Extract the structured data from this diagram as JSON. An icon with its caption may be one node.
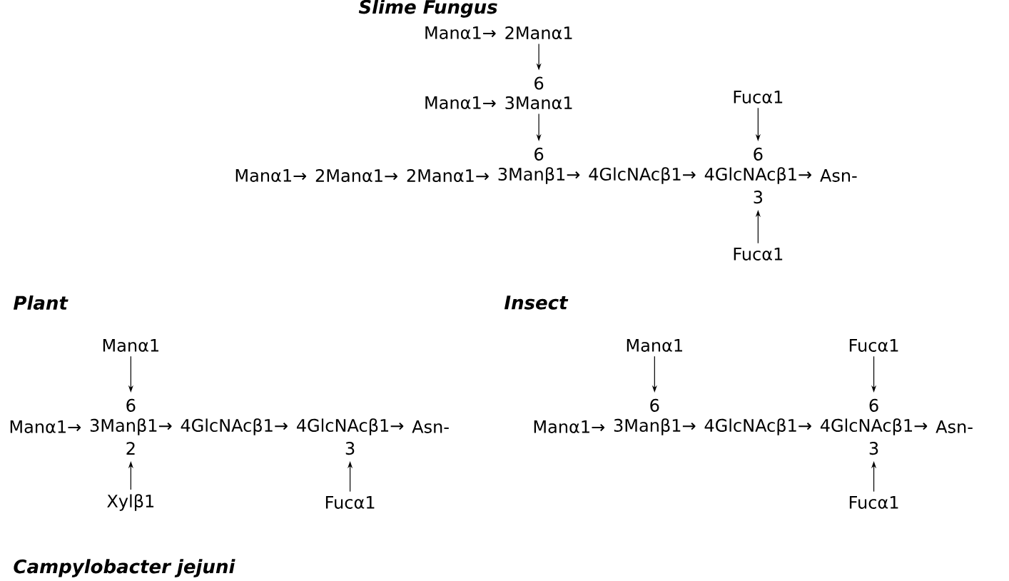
{
  "diagram": {
    "nodes": [
      {
        "text": [
          "Manα1→"
        ]
      },
      {
        "text": [
          "2Manα1"
        ]
      },
      {
        "text": [
          "Manα1→"
        ]
      },
      {
        "text": [
          "3Manα1"
        ]
      },
      {
        "text": [
          "Fucα1"
        ]
      },
      {
        "text": [
          "Manα1→"
        ]
      },
      {
        "text": [
          "2Manα1→"
        ]
      },
      {
        "text": [
          "2Manα1→"
        ]
      },
      {
        "text": [
          "3Manβ1→"
        ]
      },
      {
        "text": [
          "4GlcNAcβ1→"
        ]
      },
      {
        "text": [
          "4GlcNAcβ1→"
        ]
      },
      {
        "text": [
          "Asn-"
        ]
      },
      {
        "text": [
          "Fucα1"
        ]
      },
      {
        "text": [
          "Manα1"
        ]
      },
      {
        "text": [
          "Manα1→"
        ]
      },
      {
        "text": [
          "3Manβ1→"
        ]
      },
      {
        "text": [
          "4GlcNAcβ1→"
        ]
      },
      {
        "text": [
          "4GlcNAcβ1→"
        ]
      },
      {
        "text": [
          "Asn-"
        ]
      },
      {
        "text": [
          "Xylβ1"
        ]
      },
      {
        "text": [
          "Fucα1"
        ]
      },
      {
        "text": [
          "Manα1"
        ]
      },
      {
        "text": [
          "Fucα1"
        ]
      },
      {
        "text": [
          "Manα1→"
        ]
      },
      {
        "text": [
          "3Manβ1→"
        ]
      },
      {
        "text": [
          "4GlcNAcβ1→"
        ]
      },
      {
        "text": [
          "4GlcNAcβ1→"
        ]
      },
      {
        "text": [
          "Asn-"
        ]
      },
      {
        "text": [
          "Fucα1"
        ]
      }
    ],
    "edges": [
      {
        "from": 1,
        "to": 3,
        "arrow": "to",
        "label": "6"
      },
      {
        "from": 3,
        "to": 8,
        "arrow": "to",
        "label": "6"
      },
      {
        "from": 4,
        "to": 10,
        "arrow": "to",
        "label": "6"
      },
      {
        "from": 12,
        "to": 10,
        "arrow": "to",
        "label": "3"
      },
      {
        "from": 13,
        "to": 15,
        "arrow": "to",
        "label": "6"
      },
      {
        "from": 19,
        "to": 15,
        "arrow": "to",
        "label": "2"
      },
      {
        "from": 20,
        "to": 17,
        "arrow": "to",
        "label": "3"
      },
      {
        "from": 21,
        "to": 24,
        "arrow": "to",
        "label": "6"
      },
      {
        "from": 22,
        "to": 26,
        "arrow": "to",
        "label": "6"
      },
      {
        "from": 28,
        "to": 26,
        "arrow": "to",
        "label": "3"
      }
    ],
    "labels": [
      "Slime Fungus",
      "Plant",
      "Insect",
      "Campylobacter jejuni"
    ]
  }
}
